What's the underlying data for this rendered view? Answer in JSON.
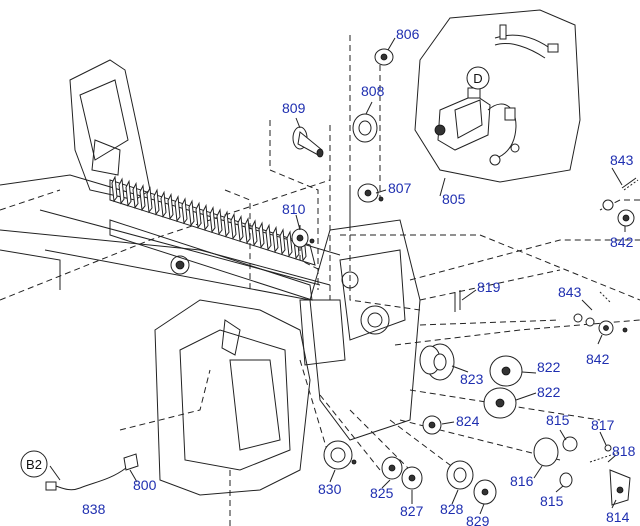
{
  "diagram": {
    "callouts": [
      {
        "id": "c806",
        "text": "806"
      },
      {
        "id": "c808",
        "text": "808"
      },
      {
        "id": "c809",
        "text": "809"
      },
      {
        "id": "c807",
        "text": "807"
      },
      {
        "id": "c810",
        "text": "810"
      },
      {
        "id": "c805",
        "text": "805"
      },
      {
        "id": "c843a",
        "text": "843"
      },
      {
        "id": "c842a",
        "text": "842"
      },
      {
        "id": "c819",
        "text": "819"
      },
      {
        "id": "c843b",
        "text": "843"
      },
      {
        "id": "c842b",
        "text": "842"
      },
      {
        "id": "c823",
        "text": "823"
      },
      {
        "id": "c822a",
        "text": "822"
      },
      {
        "id": "c822b",
        "text": "822"
      },
      {
        "id": "c824",
        "text": "824"
      },
      {
        "id": "c815a",
        "text": "815"
      },
      {
        "id": "c817",
        "text": "817"
      },
      {
        "id": "c818",
        "text": "818"
      },
      {
        "id": "c816",
        "text": "816"
      },
      {
        "id": "c815b",
        "text": "815"
      },
      {
        "id": "c814",
        "text": "814"
      },
      {
        "id": "c800",
        "text": "800"
      },
      {
        "id": "c838",
        "text": "838"
      },
      {
        "id": "c830",
        "text": "830"
      },
      {
        "id": "c825",
        "text": "825"
      },
      {
        "id": "c827",
        "text": "827"
      },
      {
        "id": "c828",
        "text": "828"
      },
      {
        "id": "c829",
        "text": "829"
      }
    ],
    "ref_markers": {
      "D": "D",
      "B2": "B2"
    },
    "colors": {
      "label": "#1f2fb0",
      "line": "#222222"
    }
  }
}
